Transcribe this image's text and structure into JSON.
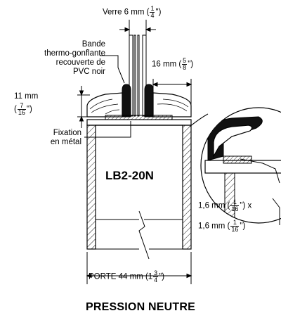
{
  "diagram": {
    "glass": {
      "text": "Verre 6 mm (",
      "frac_num": "1",
      "frac_den": "4",
      "close": "\")"
    },
    "seal_label": [
      "Bande",
      "thermo-gonflante",
      "recouverte de",
      "PVC noir"
    ],
    "width16": {
      "text": "16 mm (",
      "frac_num": "5",
      "frac_den": "8",
      "close": "\")"
    },
    "height11": {
      "line1": "11 mm",
      "open": "(",
      "frac_num": "7",
      "frac_den": "16",
      "close": "\")"
    },
    "fixing_label": [
      "Fixation",
      "en métal"
    ],
    "model": "LB2-20N",
    "dim_a": {
      "text": "1,6 mm (",
      "frac_num": "1",
      "frac_den": "16",
      "close": "\") x"
    },
    "dim_b": {
      "text": "1,6 mm (",
      "frac_num": "1",
      "frac_den": "16",
      "close": "\")"
    },
    "door": {
      "text": "PORTE 44 mm (1",
      "frac_num": "3",
      "frac_den": "4",
      "close": "\")"
    },
    "title": "PRESSION NEUTRE"
  }
}
